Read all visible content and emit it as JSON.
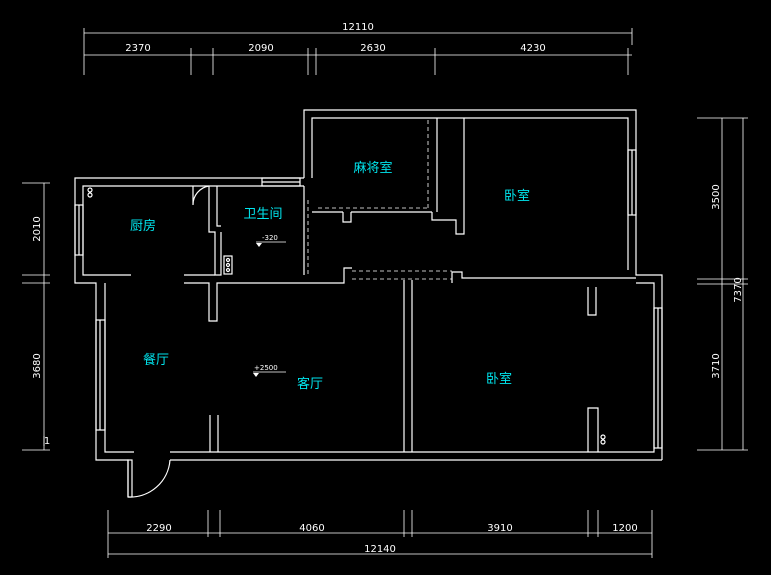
{
  "dimensions": {
    "top_total": "12110",
    "top": [
      "2370",
      "2090",
      "2630",
      "4230"
    ],
    "bottom_total": "12140",
    "bottom": [
      "2290",
      "4060",
      "3910",
      "1200"
    ],
    "left": [
      "2010",
      "3680",
      "1"
    ],
    "right": [
      "3500",
      "3710"
    ],
    "right_total": "7370"
  },
  "rooms": {
    "mahjong": "麻将室",
    "bedroom_top": "卧室",
    "kitchen": "厨房",
    "bathroom": "卫生间",
    "dining": "餐厅",
    "living": "客厅",
    "bedroom_bottom": "卧室"
  },
  "levels": {
    "bathroom": "-320",
    "living": "+2500"
  },
  "colors": {
    "background": "#000000",
    "lines": "#ffffff",
    "room_labels": "#00e5ee"
  }
}
